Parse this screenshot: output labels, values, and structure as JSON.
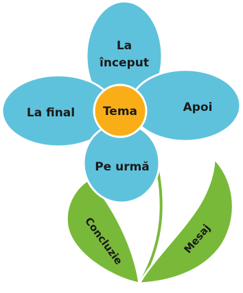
{
  "center": {
    "label": "Tema"
  },
  "petals": {
    "top_line1": "La",
    "top_line2": "început",
    "left": "La final",
    "right": "Apoi",
    "bottom": "Pe urmă"
  },
  "leaves": {
    "left": "Concluzie",
    "right": "Mesaj"
  },
  "colors": {
    "petal_fill": "#5fc2dc",
    "petal_stroke": "#ffffff",
    "center_fill": "#f9ae17",
    "leaf_fill": "#79b93a",
    "stem": "#79b93a"
  }
}
